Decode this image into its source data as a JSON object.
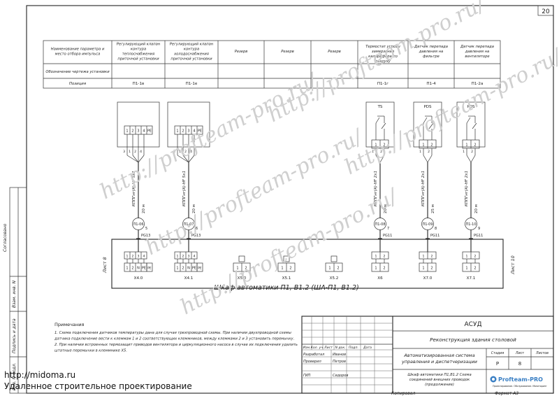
{
  "sheet_number": "20",
  "header_table": {
    "columns": [
      "Наименование параметра и место отбора импульса",
      "Регулирующий клапан контура теплоснабжения приточной установки",
      "Регулирующий клапан контура холодоснабжения приточной установки",
      "Резерв",
      "Резерв",
      "Резерв",
      "Термостат угрозы замерзания калорифера по воздуху",
      "Датчик перепада давления на фильтре",
      "Датчик перепада давления на вентиляторе"
    ],
    "row2_label": "Обозначение чертежа установки",
    "row3_label": "Позиция",
    "positions": [
      "П1-1в",
      "П1-1е",
      "",
      "",
      "",
      "П1-1г",
      "П1-4",
      "П1-2а"
    ]
  },
  "devices": [
    {
      "terminals": [
        "1",
        "2",
        "3",
        "4",
        "PE"
      ],
      "wires": [
        "3",
        "1",
        "2",
        "4"
      ],
      "cable_num": "5",
      "cable": "КППГнг(А)-HF 5x1",
      "length": "20 м",
      "tag": "П1-06",
      "gland": "PG13"
    },
    {
      "terminals": [
        "1",
        "2",
        "3",
        "4",
        "PE"
      ],
      "wires": [
        "3",
        "1",
        "2",
        "4"
      ],
      "cable_num": "6",
      "cable": "КППГнг(А)-HF 5x1",
      "length": "20 м",
      "tag": "П1-07",
      "gland": "PG13"
    },
    {
      "label": "TS",
      "terminals": [
        "1",
        "2"
      ],
      "wires": [
        "1",
        "2"
      ],
      "cable_num": "7",
      "cable": "КППГнг(А)-HF 2x1",
      "length": "20 м",
      "tag": "П1-08",
      "gland": "PG11"
    },
    {
      "label": "PDS",
      "terminals": [
        "1",
        "2"
      ],
      "wires": [
        "1",
        "2"
      ],
      "cable_num": "8",
      "cable": "КППГнг(А)-HF 2x1",
      "length": "25 м",
      "tag": "П1-09",
      "gland": "PG11"
    },
    {
      "label": "PDS",
      "terminals": [
        "1",
        "2"
      ],
      "wires": [
        "1",
        "2"
      ],
      "cable_num": "9",
      "cable": "КППГнг(А)-HF 2x1",
      "length": "20 м",
      "tag": "П1-10",
      "gland": "PG11"
    }
  ],
  "cabinet": {
    "title": "Шкаф автоматики П1, В1.2 (ША-П1, В1.2)",
    "left_ref": "Лист 8",
    "right_ref": "Лист 10",
    "blocks": [
      {
        "name": "X4.0",
        "terms": [
          "1",
          "2",
          "N",
          "PE"
        ],
        "top": [
          "1",
          "2",
          "3",
          "4"
        ]
      },
      {
        "name": "X4.1",
        "terms": [
          "1",
          "2",
          "N",
          "PE"
        ],
        "top": [
          "1",
          "2",
          "3",
          "4"
        ]
      },
      {
        "name": "X5.0",
        "terms": [
          "1",
          "2"
        ]
      },
      {
        "name": "X5.1",
        "terms": [
          "1",
          "2"
        ]
      },
      {
        "name": "X5.2",
        "terms": [
          "1",
          "2"
        ]
      },
      {
        "name": "X6",
        "terms": [
          "1",
          "2"
        ],
        "top": [
          "1",
          "2"
        ]
      },
      {
        "name": "X7.0",
        "terms": [
          "1",
          "2"
        ],
        "top": [
          "1",
          "2"
        ]
      },
      {
        "name": "X7.1",
        "terms": [
          "1",
          "2"
        ],
        "top": [
          "1",
          "2"
        ]
      }
    ]
  },
  "notes": {
    "title": "Примечания",
    "lines": [
      "1. Схема подключения датчиков температуры дана для случая трехпроводной схемы. При наличии двухпроводной схемы",
      "датчика подключение вести к клеммам 1 и 2 соответствующих клеммников, между клеммами 2 и 3 установить перемычку.",
      "2. При наличии встроенных термозащит приводов вентилятора и циркуляционного насоса в случае их подключения удалить",
      "штатные перемычки в клеммнике X5."
    ]
  },
  "left_strip": [
    "Согласовано",
    "Взам. инв. N",
    "Подпись и дата",
    "Инв. N подл."
  ],
  "title_block": {
    "code": "АСУД",
    "project": "Реконструкция здания столовой",
    "system": "Автоматизированная система управления и диспетчеризации",
    "sheet_desc": "Шкаф автоматики П1,В1.2 Схема соединений внешних проводок (продолжение)",
    "col_headers": [
      "Изм.",
      "Кол. уч.",
      "Лист",
      "N док.",
      "Подп.",
      "Дата"
    ],
    "roles": [
      {
        "role": "Разработал",
        "name": "Иванов"
      },
      {
        "role": "Проверил",
        "name": "Петров"
      },
      {
        "role": "",
        "name": ""
      },
      {
        "role": "ГИП",
        "name": "Сидоров"
      }
    ],
    "stage_label": "Стадия",
    "sheet_label": "Лист",
    "sheets_label": "Листов",
    "stage": "Р",
    "sheet": "8",
    "company": "Profteam-PRO",
    "company_sub": "Проектирование. Обслуживание. Мониторинг",
    "copied": "Копировал",
    "format": "Формат А3"
  },
  "watermarks": [
    "http://profteam-pro.ru/",
    "http://profteam-pro.ru/",
    "http://profteam-pro.ru/",
    "http://profteam-pro.ru/",
    "http://profteam-pro.ru/"
  ],
  "footer": {
    "site": "http://midoma.ru",
    "slogan": "Удаленное строительное проектирование"
  }
}
